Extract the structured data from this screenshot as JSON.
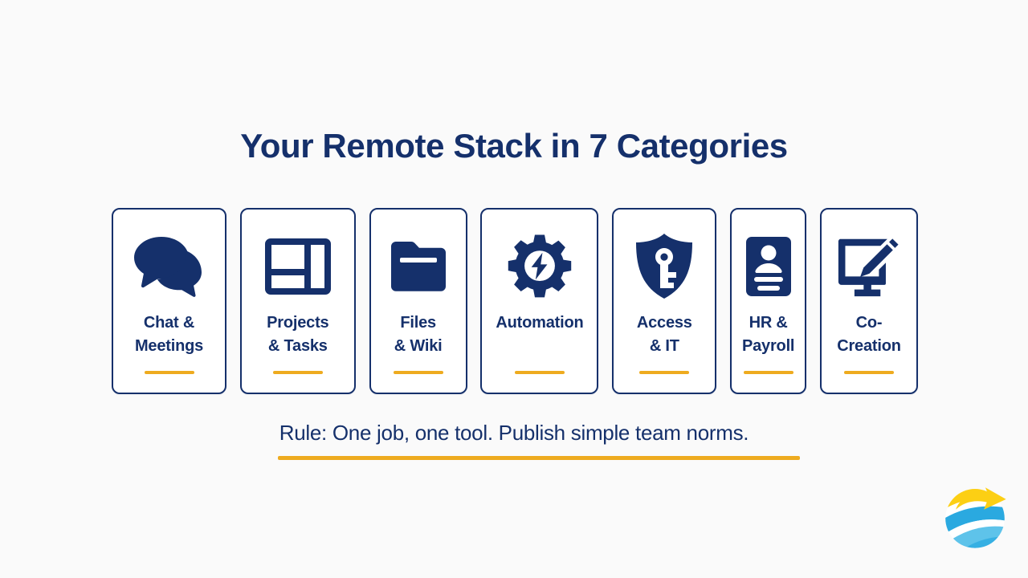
{
  "slide": {
    "background_color": "#fafafa",
    "navy": "#15306b",
    "gold": "#eeab1f",
    "title": "Your Remote Stack in 7 Categories",
    "caption": "Rule: One job, one tool. Publish simple team norms."
  },
  "cards": [
    {
      "label": "Chat &\nMeetings",
      "icon": "speech-bubbles-icon"
    },
    {
      "label": "Projects\n& Tasks",
      "icon": "dashboard-layout-icon"
    },
    {
      "label": "Files\n& Wiki",
      "icon": "folder-icon"
    },
    {
      "label": "Automation",
      "icon": "gear-lightning-icon"
    },
    {
      "label": "Access\n& IT",
      "icon": "shield-key-icon"
    },
    {
      "label": "HR &\nPayroll",
      "icon": "id-badge-icon"
    },
    {
      "label": "Co-\nCreation",
      "icon": "monitor-pencil-icon"
    }
  ],
  "logo": {
    "name": "globe-arrow-logo",
    "colors": {
      "yellow": "#fccf14",
      "blue": "#2aa9e0",
      "light_blue": "#7fd0f0"
    }
  }
}
